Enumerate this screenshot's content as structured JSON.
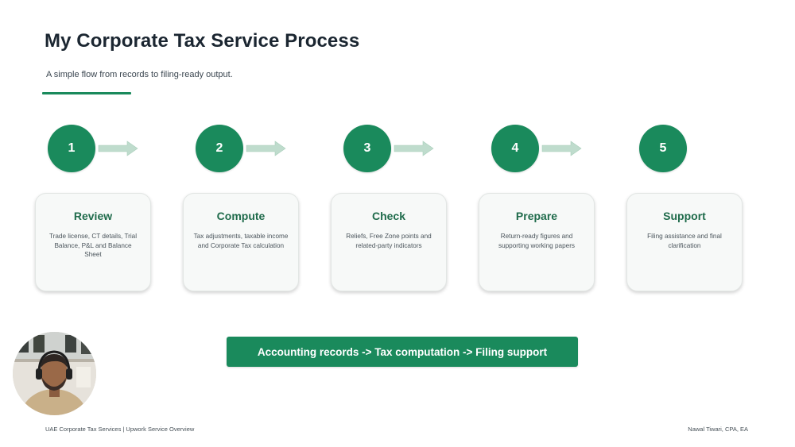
{
  "slide": {
    "title": "My Corporate Tax Service Process",
    "subtitle": "A simple flow from records to filing-ready output.",
    "accent_color": "#1a8a5c"
  },
  "steps": [
    {
      "number": "1",
      "title": "Review",
      "description": "Trade license, CT details, Trial Balance, P&L and Balance Sheet"
    },
    {
      "number": "2",
      "title": "Compute",
      "description": "Tax adjustments, taxable income and Corporate Tax calculation"
    },
    {
      "number": "3",
      "title": "Check",
      "description": "Reliefs, Free Zone points and related-party indicators"
    },
    {
      "number": "4",
      "title": "Prepare",
      "description": "Return-ready figures and supporting working papers"
    },
    {
      "number": "5",
      "title": "Support",
      "description": "Filing assistance and final clarification"
    }
  ],
  "banner": {
    "text": "Accounting records -> Tax computation -> Filing support"
  },
  "footer": {
    "left": "UAE Corporate Tax Services | Upwork Service Overview",
    "right": "Nawal Tiwari, CPA, EA"
  },
  "icons": {
    "arrow": "right-arrow-icon",
    "presenter": "presenter-webcam"
  }
}
